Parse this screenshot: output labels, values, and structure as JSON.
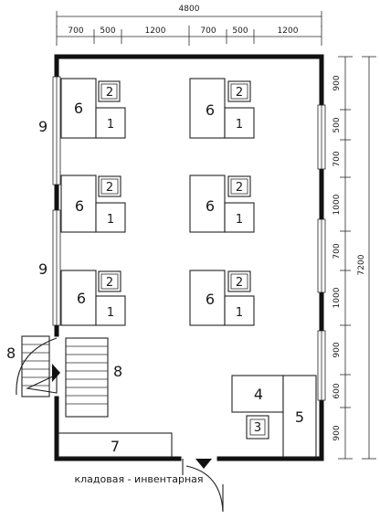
{
  "dimensions": {
    "overall_width": "4800",
    "overall_height": "7200",
    "top": [
      "700",
      "500",
      "1200",
      "700",
      "500",
      "1200"
    ],
    "right": [
      "900",
      "500",
      "700",
      "1000",
      "700",
      "1000",
      "900",
      "600",
      "900"
    ]
  },
  "labels": {
    "desk": "6",
    "chair": "1",
    "stool": "2",
    "cabinet": "4",
    "box": "3",
    "shelf_right": "5",
    "bench": "7",
    "stairs": "8",
    "window_upper": "9",
    "window_lower": "9"
  },
  "caption": "кладовая - инвентарная"
}
